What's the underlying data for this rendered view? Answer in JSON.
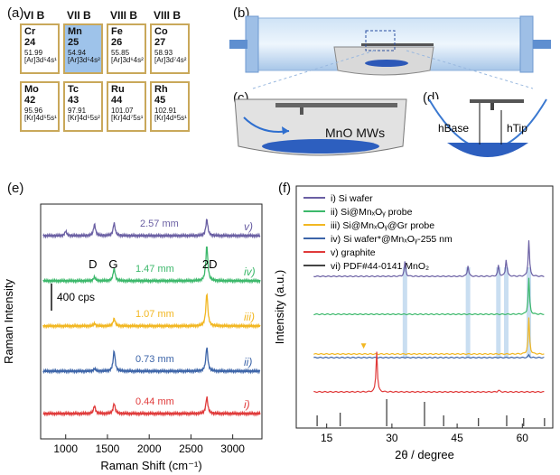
{
  "panels": {
    "a": "(a)",
    "b": "(b)",
    "c": "(c)",
    "d": "(d)",
    "e": "(e)",
    "f": "(f)"
  },
  "periodic_table": {
    "groups": [
      "VI B",
      "VII B",
      "VIII B",
      "VIII B"
    ],
    "elements": [
      {
        "symbol": "Cr",
        "number": "24",
        "mass": "51.99",
        "config": "[Ar]3d⁵4s¹",
        "highlight": false
      },
      {
        "symbol": "Mn",
        "number": "25",
        "mass": "54.94",
        "config": "[Ar]3d⁵4s²",
        "highlight": true
      },
      {
        "symbol": "Fe",
        "number": "26",
        "mass": "55.85",
        "config": "[Ar]3d⁶4s²",
        "highlight": false
      },
      {
        "symbol": "Co",
        "number": "27",
        "mass": "58.93",
        "config": "[Ar]3d⁷4s²",
        "highlight": false
      },
      {
        "symbol": "Mo",
        "number": "42",
        "mass": "95.96",
        "config": "[Kr]4d⁵5s¹",
        "highlight": false
      },
      {
        "symbol": "Tc",
        "number": "43",
        "mass": "97.91",
        "config": "[Kr]4d⁵5s²",
        "highlight": false
      },
      {
        "symbol": "Ru",
        "number": "44",
        "mass": "101.07",
        "config": "[Kr]4d⁷5s¹",
        "highlight": false
      },
      {
        "symbol": "Rh",
        "number": "45",
        "mass": "102.91",
        "config": "[Kr]4d⁸5s¹",
        "highlight": false
      }
    ]
  },
  "schematic": {
    "c_label": "MnO MWs",
    "d_base": "hBase",
    "d_tip": "hTip"
  },
  "chart_data": [
    {
      "type": "line",
      "panel": "e",
      "xlabel": "Raman Shift (cm⁻¹)",
      "ylabel": "Raman Intensity",
      "xlim": [
        700,
        3350
      ],
      "xticks": [
        "1000",
        "1500",
        "2000",
        "2500",
        "3000"
      ],
      "scale_bar": "400 cps",
      "peak_labels": [
        "D",
        "G",
        "2D"
      ],
      "series": [
        {
          "label": "2.57 mm",
          "roman": "v)",
          "color": "#6a5fa3",
          "peaks": [
            [
              1000,
              0.35
            ],
            [
              1345,
              0.9
            ],
            [
              1580,
              1.0
            ],
            [
              2690,
              1.3
            ]
          ]
        },
        {
          "label": "1.47 mm",
          "roman": "iv)",
          "color": "#3cb86b",
          "peaks": [
            [
              1345,
              0.3
            ],
            [
              1580,
              1.0
            ],
            [
              2690,
              2.8
            ]
          ]
        },
        {
          "label": "1.07 mm",
          "roman": "iii)",
          "color": "#f2b722",
          "peaks": [
            [
              1345,
              0.2
            ],
            [
              1580,
              0.6
            ],
            [
              2690,
              2.6
            ]
          ]
        },
        {
          "label": "0.73 mm",
          "roman": "ii)",
          "color": "#3c64a8",
          "peaks": [
            [
              1345,
              0.2
            ],
            [
              1580,
              1.6
            ],
            [
              2690,
              1.9
            ]
          ]
        },
        {
          "label": "0.44 mm",
          "roman": "i)",
          "color": "#e03a3a",
          "peaks": [
            [
              1345,
              0.6
            ],
            [
              1580,
              0.8
            ],
            [
              2690,
              1.3
            ]
          ]
        }
      ]
    },
    {
      "type": "line",
      "panel": "f",
      "xlabel": "2θ / degree",
      "ylabel": "Intensity (a.u.)",
      "xlim": [
        8,
        67
      ],
      "xticks": [
        "15",
        "30",
        "45",
        "60"
      ],
      "series": [
        {
          "name": "i) Si wafer",
          "color": "#6a5fa3",
          "peaks": [
            [
              33,
              0.4
            ],
            [
              47.5,
              0.3
            ],
            [
              54.5,
              0.3
            ],
            [
              56.3,
              0.5
            ],
            [
              61.5,
              1.0
            ]
          ]
        },
        {
          "name": "ii) Si@MnₓOᵧ probe",
          "color": "#3cb86b",
          "peaks": [
            [
              61.5,
              1.0
            ]
          ]
        },
        {
          "name": "iii) Si@MnₓOᵧ@Gr probe",
          "color": "#f2b722",
          "peaks": [
            [
              61.5,
              1.0
            ]
          ]
        },
        {
          "name": "iv) Si wafer*@MnₓOᵧ-255 nm",
          "color": "#3c64a8",
          "peaks": [
            [
              61.5,
              0.3
            ]
          ]
        },
        {
          "name": "v) graphite",
          "color": "#e03a3a",
          "peaks": [
            [
              26.5,
              1.0
            ],
            [
              54.6,
              0.05
            ]
          ]
        },
        {
          "name": "vi) PDF#44-0141 MnO₂",
          "color": "#444444",
          "peaks": [
            [
              12.8,
              0.4
            ],
            [
              18.1,
              0.5
            ],
            [
              28.8,
              1.0
            ],
            [
              37.5,
              0.9
            ],
            [
              41.9,
              0.4
            ],
            [
              49.9,
              0.3
            ],
            [
              56.4,
              0.4
            ],
            [
              60.3,
              0.3
            ],
            [
              65.1,
              0.3
            ]
          ]
        }
      ],
      "highlight_positions": [
        33,
        47.5,
        54.5,
        56.3,
        61.5
      ]
    }
  ]
}
